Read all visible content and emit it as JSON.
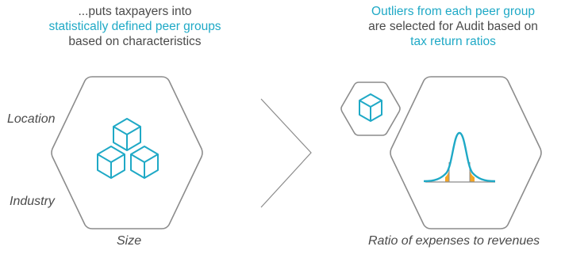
{
  "left_caption": {
    "line1": "...puts taxpayers into",
    "line2": "statistically defined peer groups",
    "line3": "based on characteristics"
  },
  "right_caption": {
    "line1": "Outliers from each peer group",
    "line2": "are selected for Audit based on",
    "line3": "tax return ratios"
  },
  "labels": {
    "location": "Location",
    "industry": "Industry",
    "size": "Size",
    "ratio": "Ratio of expenses to revenues"
  },
  "colors": {
    "accent": "#1fa9c6",
    "text": "#4a4a4a",
    "hexagon_stroke": "#8c8c8c",
    "tail_fill": "#f5a623"
  },
  "icons": {
    "peer_group": "cube-cluster-icon",
    "outlier": "single-cube-icon",
    "distribution": "bell-curve-icon"
  }
}
